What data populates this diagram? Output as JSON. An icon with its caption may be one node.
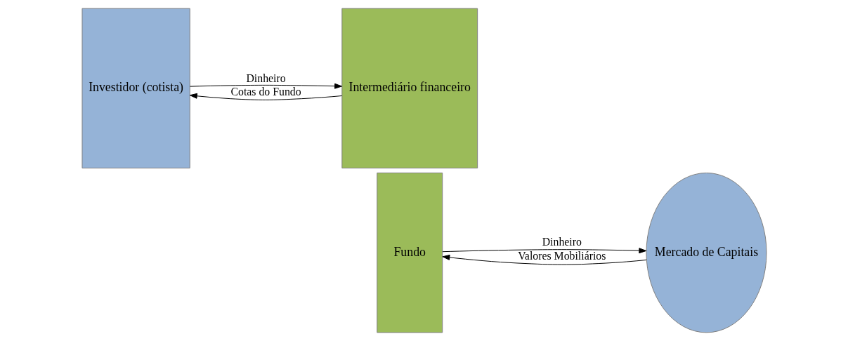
{
  "diagram": {
    "nodes": [
      {
        "text": [
          "Investidor (cotista)"
        ]
      },
      {
        "text": [
          "Intermediário financeiro"
        ]
      },
      {
        "text": [
          "Fundo"
        ]
      },
      {
        "text": [
          "Mercado de Capitais"
        ]
      }
    ],
    "edges": [
      {
        "from": 0,
        "to": 1,
        "arrow": "to",
        "label": "Dinheiro"
      },
      {
        "from": 1,
        "to": 0,
        "arrow": "to",
        "label": "Cotas do Fundo"
      },
      {
        "from": 2,
        "to": 3,
        "arrow": "to",
        "label": "Dinheiro"
      },
      {
        "from": 3,
        "to": 2,
        "arrow": "to",
        "label": "Valores Mobiliários"
      }
    ]
  }
}
